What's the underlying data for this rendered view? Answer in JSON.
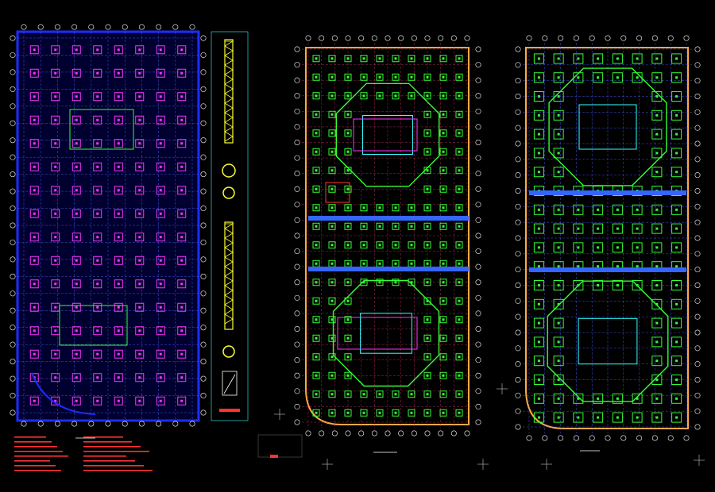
{
  "colors": {
    "background": "#000000",
    "frame_blue": "#1e2cff",
    "axis_white": "#ffffff",
    "column_magenta": "#ff33ff",
    "wall_green": "#33ff33",
    "wall_cyan": "#33ffff",
    "beam_red": "#ff3333",
    "boundary_orange": "#ffaa44",
    "rebar_yellow": "#ffff33",
    "band_blue": "#3366ff"
  },
  "panels": [
    {
      "id": "foundation-plan",
      "title": "",
      "scale": ""
    },
    {
      "id": "basement-plan",
      "title": "",
      "scale": ""
    },
    {
      "id": "roof-plan",
      "title": "",
      "scale": ""
    }
  ]
}
